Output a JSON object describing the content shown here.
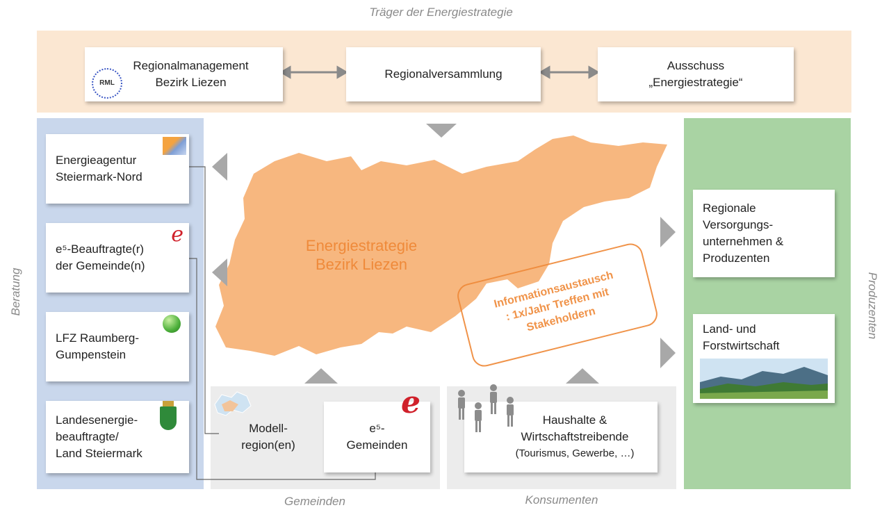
{
  "labels": {
    "top": "Träger der Energiestrategie",
    "left": "Beratung",
    "right": "Produzenten",
    "bottom_gemeinden": "Gemeinden",
    "bottom_konsumenten": "Konsumenten"
  },
  "top_boxes": {
    "regionalmanagement": {
      "line1": "Regionalmanagement",
      "line2": "Bezirk Liezen",
      "logo_text": "RML"
    },
    "regionalversammlung": {
      "line1": "Regionalversammlung"
    },
    "ausschuss": {
      "line1": "Ausschuss",
      "line2": "„Energiestrategie“"
    }
  },
  "beratung": [
    {
      "line1": "Energieagentur",
      "line2": "Steiermark-Nord"
    },
    {
      "line1": "e⁵-Beauftragte(r)",
      "line2": "der Gemeinde(n)",
      "logo": "e"
    },
    {
      "line1": "LFZ Raumberg-",
      "line2": "Gumpenstein"
    },
    {
      "line1": "Landesenergie-",
      "line2": "beauftragte/",
      "line3": "Land Steiermark"
    }
  ],
  "center": {
    "title1": "Energiestrategie",
    "title2": "Bezirk Liezen",
    "stamp1": "Informationsaustausch",
    "stamp2": ": 1x/Jahr Treffen mit",
    "stamp3": "Stakeholdern"
  },
  "gemeinden": {
    "modell": {
      "line1": "Modell-",
      "line2": "region(en)"
    },
    "e5": {
      "line1": "e⁵-",
      "line2": "Gemeinden",
      "logo": "e"
    }
  },
  "konsumenten": {
    "line1": "Haushalte &",
    "line2": "Wirtschaftstreibende",
    "line3": "(Tourismus, Gewerbe, …)"
  },
  "produzenten": [
    {
      "line1": "Regionale",
      "line2": "Versorgungs-",
      "line3": "unternehmen &",
      "line4": "Produzenten"
    },
    {
      "line1": "Land- und",
      "line2": "Forstwirtschaft"
    }
  ],
  "colors": {
    "top_band": "#fbe7d2",
    "left_band": "#c9d7ec",
    "right_band": "#a9d3a3",
    "bottom_band": "#ececec",
    "map": "#f7b77f",
    "accent_orange": "#ef8a3a",
    "arrow_gray": "#9a9a9a"
  }
}
